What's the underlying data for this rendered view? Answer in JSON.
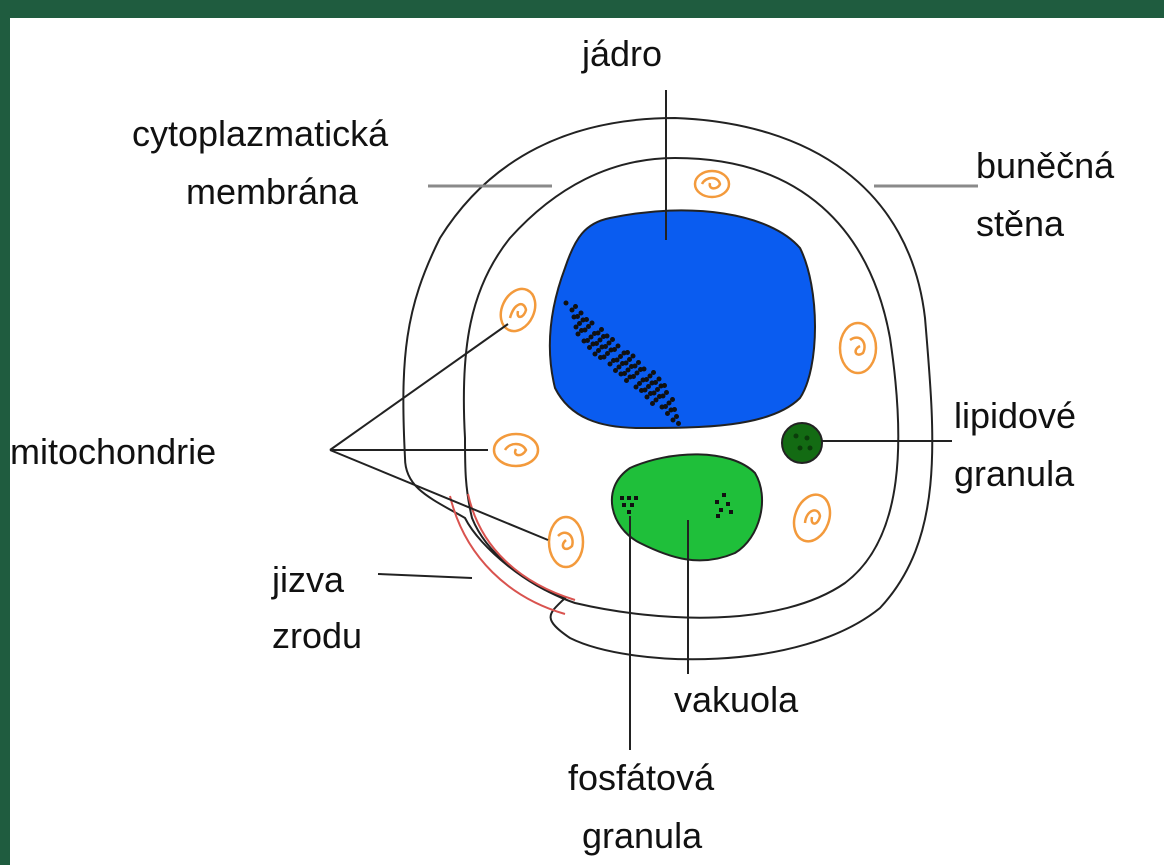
{
  "labels": {
    "nucleus": "jádro",
    "membrane_line1": "cytoplazmatická",
    "membrane_line2": "membrána",
    "wall_line1": "buněčná",
    "wall_line2": "stěna",
    "mito": "mitochondrie",
    "lipid_line1": "lipidové",
    "lipid_line2": "granula",
    "scar_line1": "jizva",
    "scar_line2": "zrodu",
    "vacuole": "vakuola",
    "phosphate_line1": "fosfátová",
    "phosphate_line2": "granula"
  },
  "colors": {
    "frame": "#1f5c3f",
    "nucleus": "#0a5cf0",
    "vacuole": "#1fbf3a",
    "lipid": "#136b13",
    "mitochondria": "#f39a3c",
    "scar": "#d9534f",
    "outline": "#222222",
    "membrane_leader": "#8a8a8a"
  }
}
